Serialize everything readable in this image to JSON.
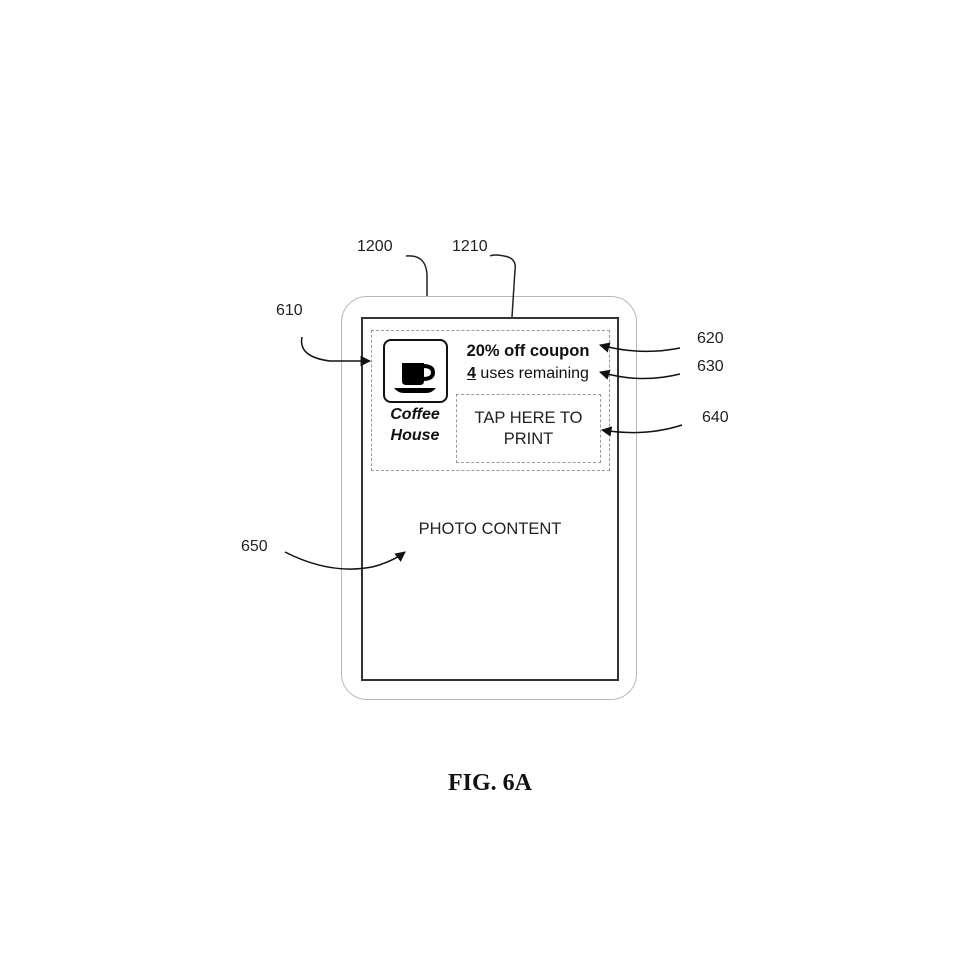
{
  "figure": {
    "caption": "FIG. 6A"
  },
  "reference_labels": {
    "device": "1200",
    "screen": "1210",
    "merchant_icon": "610",
    "offer_title": "620",
    "uses_remaining": "630",
    "print_button": "640",
    "photo_content": "650"
  },
  "coupon": {
    "merchant_icon": "coffee-cup-icon",
    "merchant_name_line1": "Coffee",
    "merchant_name_line2": "House",
    "title": "20% off coupon",
    "uses_count": "4",
    "uses_suffix": " uses remaining",
    "print_button_line1": "TAP HERE TO",
    "print_button_line2": "PRINT"
  },
  "main": {
    "photo_content_label": "PHOTO CONTENT"
  }
}
